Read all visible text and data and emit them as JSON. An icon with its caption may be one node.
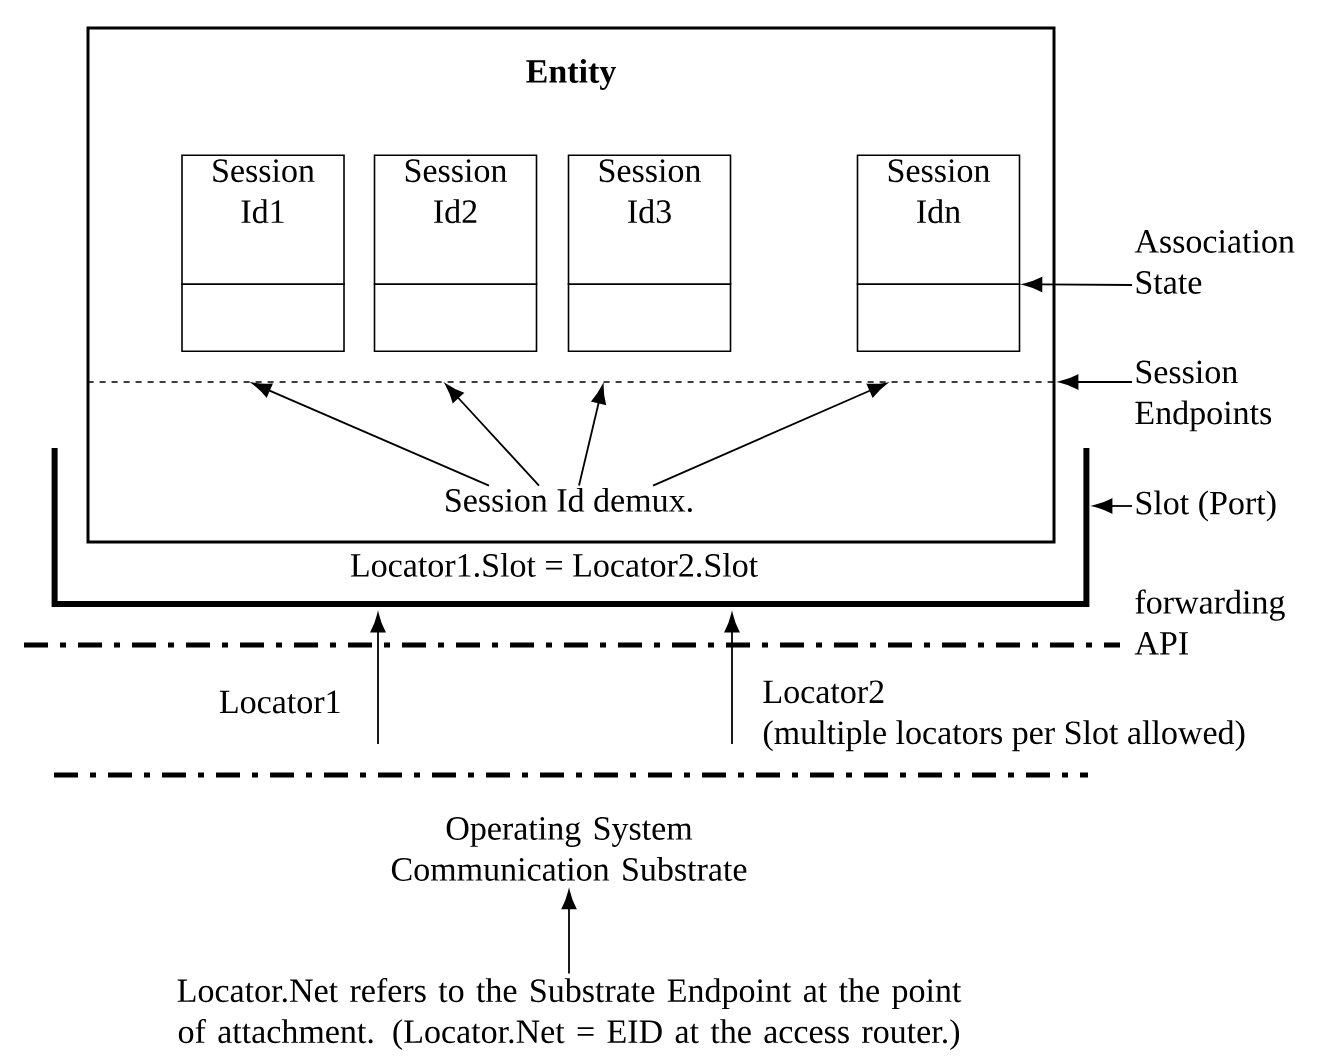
{
  "diagram": {
    "nodes": [
      {
        "text": [
          "Entity"
        ]
      },
      {
        "text": [
          "Session Id1"
        ],
        "in": 0
      },
      {
        "text": [
          "Session Id2"
        ],
        "in": 0
      },
      {
        "text": [
          "Session Id3"
        ],
        "in": 0
      },
      {
        "text": [
          "Session Idn"
        ],
        "in": 0
      },
      {
        "text": [],
        "shape": "line",
        "in": 0
      },
      {
        "text": [
          "Session Id demux."
        ]
      },
      {
        "text": [
          "Association State"
        ]
      },
      {
        "text": [
          "Session Endpoints"
        ]
      },
      {
        "text": [],
        "shape": "bar"
      },
      {
        "text": [
          "Locator1.Slot = Locator2.Slot"
        ],
        "in": 9
      },
      {
        "text": [
          "Slot (Port)"
        ]
      },
      {
        "text": [
          "Operating System Communication Substrate"
        ]
      },
      {
        "text": [
          "Locator.Net refers to the Substrate Endpoint at the point of attachment. (Locator.Net = EID at the access router.)"
        ]
      }
    ],
    "edges": [
      {
        "from": 6,
        "to": 5,
        "arrow": "to"
      },
      {
        "from": 6,
        "to": 5,
        "arrow": "to"
      },
      {
        "from": 6,
        "to": 5,
        "arrow": "to"
      },
      {
        "from": 6,
        "to": 5,
        "arrow": "to"
      },
      {
        "from": 7,
        "to": 4,
        "arrow": "to"
      },
      {
        "from": 8,
        "to": 5,
        "arrow": "to"
      },
      {
        "from": 11,
        "to": 9,
        "arrow": "to"
      },
      {
        "from": null,
        "to": 9,
        "arrow": "to",
        "label": "Locator1"
      },
      {
        "from": null,
        "to": 9,
        "arrow": "to",
        "label": "Locator2 (multiple locators per Slot allowed)"
      },
      {
        "from": 13,
        "to": 12,
        "arrow": "to"
      }
    ],
    "labels": [
      "forwarding API"
    ]
  }
}
